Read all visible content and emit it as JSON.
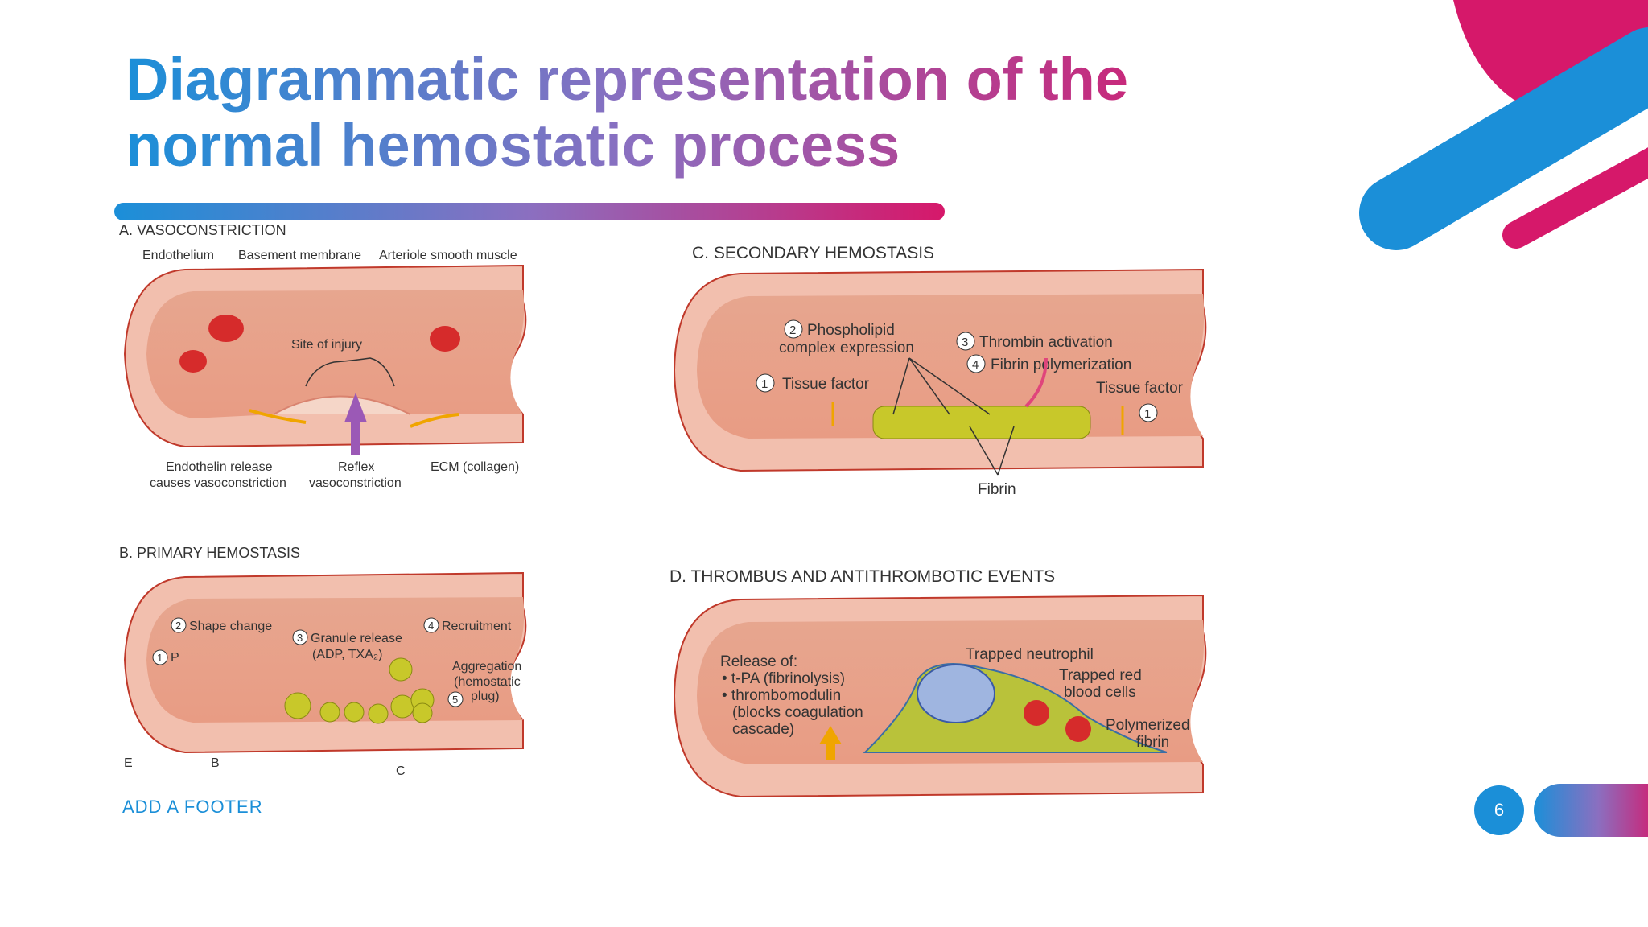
{
  "slide": {
    "title_line1": "Diagrammatic representation of the",
    "title_line2": "normal hemostatic process",
    "footer": "ADD A FOOTER",
    "page_number": "6"
  },
  "colors": {
    "blue": "#1b8fd8",
    "magenta": "#d6186a",
    "vessel": "#e8a089",
    "wall": "#f3c3b3"
  },
  "panels": {
    "a": {
      "heading": "A. VASOCONSTRICTION",
      "endothelium": "Endothelium",
      "basement": "Basement membrane",
      "smooth_muscle": "Arteriole smooth muscle",
      "site": "Site of injury",
      "endothelin1": "Endothelin release",
      "endothelin2": "causes vasoconstriction",
      "reflex1": "Reflex",
      "reflex2": "vasoconstriction",
      "ecm": "ECM (collagen)"
    },
    "b": {
      "heading": "B. PRIMARY HEMOSTASIS",
      "step1": "P",
      "step2": "Shape change",
      "step3a": "Granule release",
      "step3b": "(ADP, TXA₂)",
      "step4": "Recruitment",
      "agg1": "Aggregation",
      "agg2": "(hemostatic",
      "agg3": "plug)",
      "n1": "1",
      "n2": "2",
      "n3": "3",
      "n4": "4",
      "n5": "5",
      "e": "E",
      "bb": "B",
      "c": "C"
    },
    "c": {
      "heading": "C. SECONDARY HEMOSTASIS",
      "phospho1": "Phospholipid",
      "phospho2": "complex expression",
      "thrombin": "Thrombin activation",
      "fibrinpoly": "Fibrin polymerization",
      "tissue_left": "Tissue factor",
      "tissue_right": "Tissue factor",
      "fibrin": "Fibrin",
      "n1": "1",
      "n2": "2",
      "n3": "3",
      "n4": "4"
    },
    "d": {
      "heading": "D. THROMBUS AND ANTITHROMBOTIC EVENTS",
      "release": "Release of:",
      "tpa": "• t-PA (fibrinolysis)",
      "thrombo": "• thrombomodulin",
      "blocks1": "(blocks coagulation",
      "blocks2": "cascade)",
      "neutrophil": "Trapped neutrophil",
      "rbc1": "Trapped red",
      "rbc2": "blood cells",
      "poly1": "Polymerized",
      "poly2": "fibrin"
    }
  }
}
